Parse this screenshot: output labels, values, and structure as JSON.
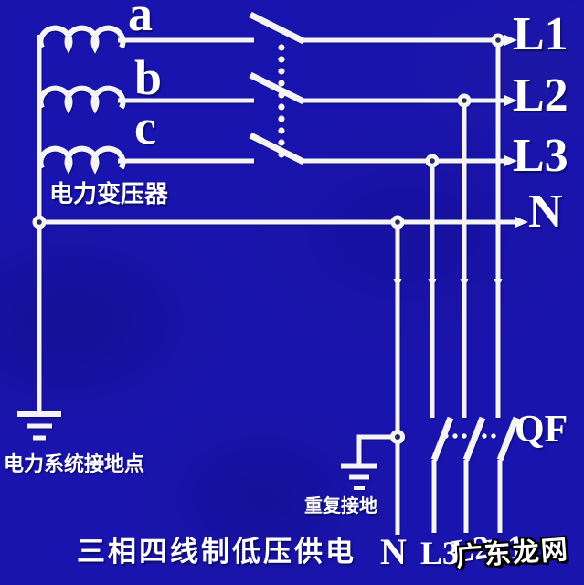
{
  "colors": {
    "background": "#1a14ae",
    "wire": "#f4f4f4",
    "text": "#ffffff",
    "watermark_outline": "#000000",
    "junction_center": "#2b2b50"
  },
  "diagram": {
    "title": "三相四线制低压供电",
    "transformer_label": "电力变压器",
    "windings": [
      {
        "label": "a"
      },
      {
        "label": "b"
      },
      {
        "label": "c"
      }
    ],
    "right_labels": [
      {
        "label": "L1"
      },
      {
        "label": "L2"
      },
      {
        "label": "L3"
      },
      {
        "label": "N"
      }
    ],
    "breaker_label": "QF",
    "system_ground_label": "电力系统接地点",
    "repeat_ground_label": "重复接地",
    "bottom_labels": [
      {
        "label": "N"
      },
      {
        "label": "L3"
      },
      {
        "label": "L2"
      },
      {
        "label": "L1"
      }
    ],
    "watermark": "广东龙网"
  }
}
